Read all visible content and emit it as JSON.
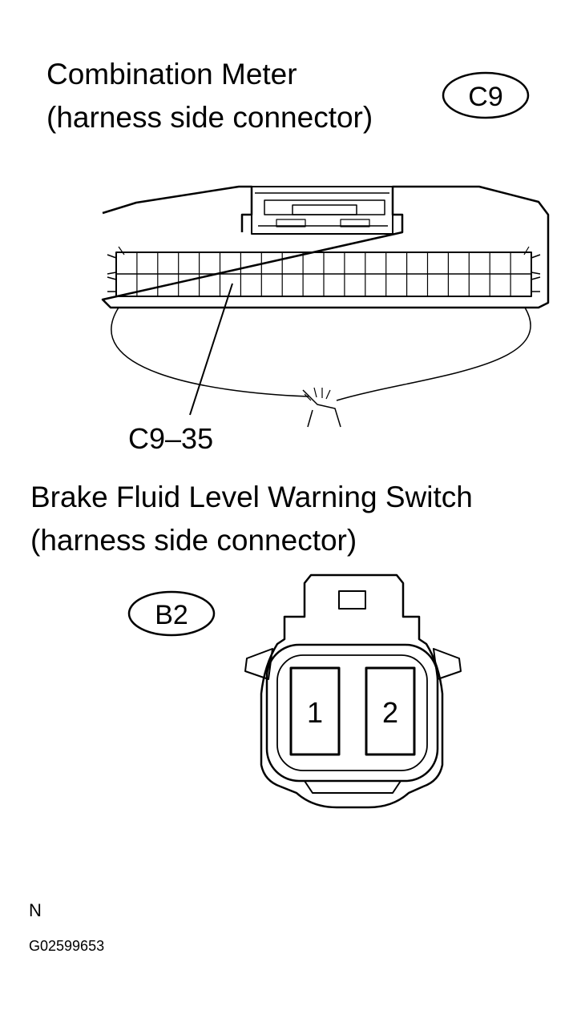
{
  "connector_c9": {
    "title_line1": "Combination Meter",
    "title_line2": "(harness side connector)",
    "badge": "C9",
    "callout": "C9–35"
  },
  "connector_b2": {
    "title_line1": "Brake Fluid Level Warning Switch",
    "title_line2": "(harness side connector)",
    "badge": "B2",
    "pins": [
      "1",
      "2"
    ]
  },
  "footer": {
    "orientation_mark": "N",
    "figure_id": "G02599653"
  }
}
